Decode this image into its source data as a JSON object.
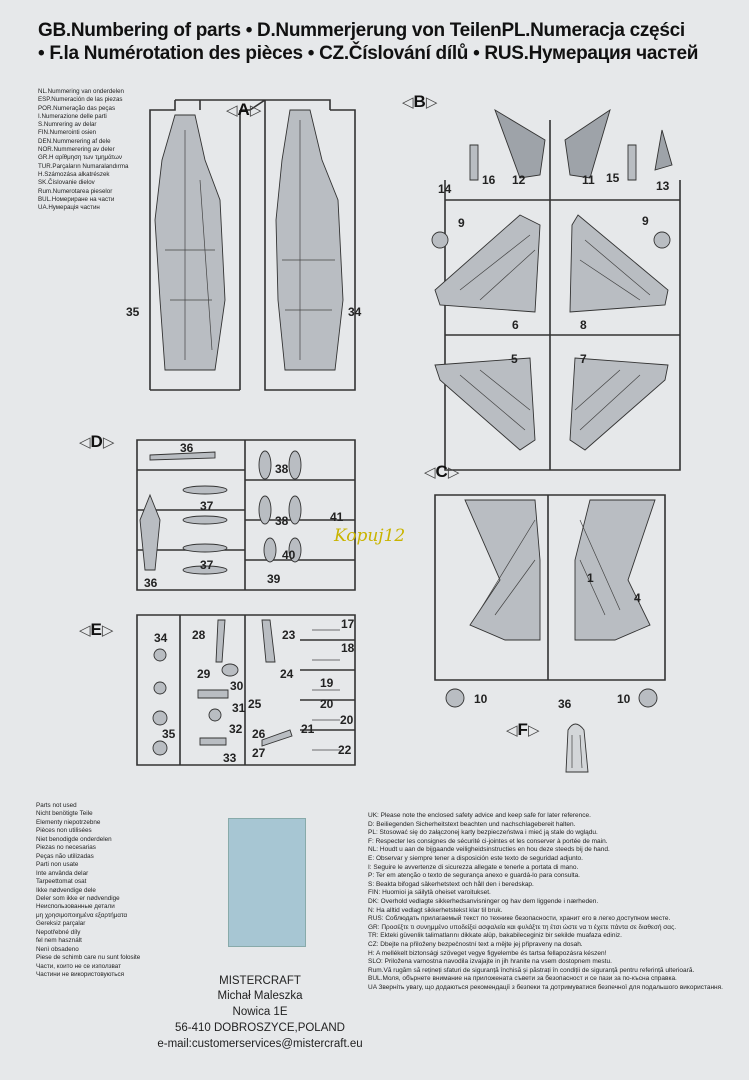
{
  "header": {
    "line1": "GB.Numbering of parts • D.Nummerjerung von TeilenPL.Numeracja części",
    "line2": "• F.la Numérotation des pièces • CZ.Číslování dílů • RUS.Нумерация частей"
  },
  "lang_list": [
    "NL.Nummering van onderdelen",
    "ESP.Numeración de las piezas",
    "POR.Numeração das peças",
    "I.Numerazione delle parti",
    "S.Numrering av delar",
    "FIN.Numerointi osien",
    "DEN.Nummerering af dele",
    "NOR.Nummerering av deler",
    "GR.H αρίθμηση των τμημάτων",
    "TUR.Parçaların Numaralandırma",
    "H.Számozása alkatrészek",
    "SK.Číslovanie dielov",
    "Rum.Numerotarea pieselor",
    "BUL.Номериране на части",
    "UA.Нумерація частин"
  ],
  "sprues": {
    "A": {
      "letter": "A",
      "parts": [
        "35",
        "34"
      ]
    },
    "B": {
      "letter": "B",
      "parts": [
        "14",
        "16",
        "12",
        "11",
        "15",
        "13",
        "9",
        "9",
        "6",
        "8",
        "5",
        "7"
      ]
    },
    "C": {
      "letter": "C",
      "parts": [
        "1",
        "4",
        "10",
        "10",
        "36"
      ]
    },
    "D": {
      "letter": "D",
      "parts": [
        "36",
        "38",
        "37",
        "38",
        "41",
        "37",
        "40",
        "36",
        "39"
      ]
    },
    "E": {
      "letter": "E",
      "parts": [
        "34",
        "28",
        "23",
        "17",
        "18",
        "29",
        "24",
        "30",
        "19",
        "31",
        "25",
        "20",
        "20",
        "35",
        "32",
        "26",
        "21",
        "33",
        "27",
        "22"
      ]
    },
    "F": {
      "letter": "F"
    }
  },
  "watermark": "Kopuj12",
  "parts_not_used": [
    "Parts not used",
    "Nicht benötigte Teile",
    "Elementy niepotrzebne",
    "Pièces non utilisées",
    "Niet benodigde onderdelen",
    "Piezas no necesarias",
    "Peças não utilizadas",
    "Parti non usate",
    "Inte använda delar",
    "Tarpeettomat osat",
    "Ikke nødvendige dele",
    "Deler som ikke er nødvendige",
    "Неиспользованные детали",
    "μη χρησιμοποιημένα εξαρτήματα",
    "Gereksiz parçalar",
    "Nepotřebné díly",
    "fel nem használt",
    "Nenì obsadeno",
    "Piese de schimb care nu sunt folosite",
    "Части, които не се използват",
    "Частини не використовуються"
  ],
  "safety_notes": [
    "UK: Please note the enclosed safety advice and keep safe for later reference.",
    "D: Beiliegenden Sicherheitstext beachten und nachschlagebereit halten.",
    "PL: Stosować się do załączonej karty bezpieczeństwa i mieć ją stale do wglądu.",
    "F: Respecter les consignes de sécurité ci-jointes et les conserver à portée de main.",
    "NL: Houdt u aan de bijgaande veiligheidsinstructies en hou deze steeds bij de hand.",
    "E: Observar y siempre tener a disposición este texto de seguridad adjunto.",
    "I: Seguire le avvertenze di sicurezza allegate e tenerle a portata di mano.",
    "P: Ter em atenção o texto de segurança anexo e guardá-lo para consulta.",
    "S: Beakta bifogad säkerhetstext och håll den i beredskap.",
    "FIN: Huomioi ja säilytä oheiset varoitukset.",
    "DK: Overhold vedlagte sikkerhedsanvisninger og hav dem liggende i nærheden.",
    "N: Ha alltid vedlagt sikkerhetstekst klar til bruk.",
    "RUS: Соблюдать прилагаемый текст по технике безопасности, хранит его в легко доступном месте.",
    "GR: Προσέξτε τι συνημμένο υποδείξεi ασφαλεία και φυλάξτε τη έτσι ώστε να τι έχετε πάντα σε διαθεσή σας.",
    "TR: Ekteki güvenlik talimatlarını dikkate alüp, bakabileceginiz bir sekilde muafaza ediniz.",
    "CZ: Dbejte na přiloženy bezpečnostní text a mějte jej připraveny na dosah.",
    "H: A mellékelt biztonsági szöveget vegye figyelembe és tartsa fellapozásra készen!",
    "SLO: Priložena varnostna navodila izvajajte in jih hranite na vsem dostopnem mestu.",
    "Rum.Vă rugăm să rețineți sfaturi de siguranță închisă și păstrați în condiții de siguranță pentru referință ulterioară.",
    "BUL.Моля, обърнете внимание на приложената съвети за безопасност и се пази за по-късна справка.",
    "UA Зверніть увагу, що додаються рекомендації з безпеки та дотримуватися безпечної для подальшого використання."
  ],
  "company": {
    "name": "MISTERCRAFT",
    "person": "Michał Maleszka",
    "street": "Nowica 1E",
    "city": "56-410 DOBROSZYCE,POLAND",
    "email": "e-mail:customerservices@mistercraft.eu"
  },
  "colors": {
    "paper": "#e6e8ea",
    "clear_sprue": "#a7c6d3",
    "ink": "#222222"
  }
}
